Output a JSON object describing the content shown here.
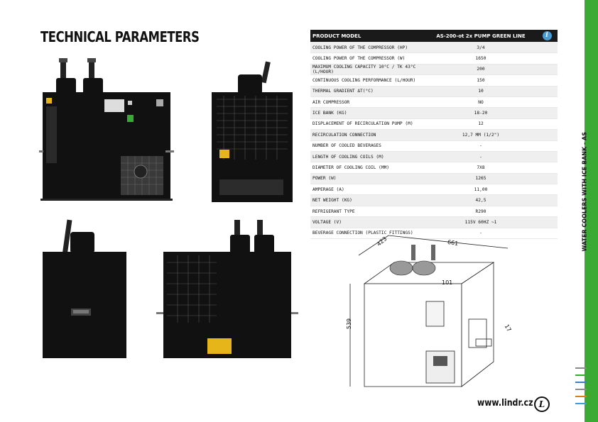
{
  "page": {
    "title": "TECHNICAL PARAMETERS",
    "side_label": "WATER COOLERS WITH ICE BANK - AS",
    "website": "www.lindr.cz",
    "logo_letter": "L"
  },
  "table": {
    "header_label": "PRODUCT MODEL",
    "header_value": "AS-200-ot 2x PUMP GREEN LINE",
    "info_icon": "info-icon",
    "rows": [
      {
        "label": "COOLING POWER OF THE COMPRESSOR (HP)",
        "value": "3/4"
      },
      {
        "label": "COOLING POWER OF THE COMPRESSOR (W)",
        "value": "1650"
      },
      {
        "label": "MAXIMUM COOLING CAPACITY 10°C / TK 43°C (L/HOUR)",
        "value": "200"
      },
      {
        "label": "CONTINUOUS COOLING PERFORMANCE (L/HOUR)",
        "value": "150"
      },
      {
        "label": "THERMAL GRADIENT ΔT(°C)",
        "value": "10"
      },
      {
        "label": "AIR COMPRESSOR",
        "value": "NO"
      },
      {
        "label": "ICE BANK (KG)",
        "value": "18-20"
      },
      {
        "label": "DISPLACEMENT OF RECIRCULATION PUMP (M)",
        "value": "12"
      },
      {
        "label": "RECIRCULATION CONNECTION",
        "value": "12,7 MM (1/2\")"
      },
      {
        "label": "NUMBER OF COOLED BEVERAGES",
        "value": "-"
      },
      {
        "label": "LENGTH OF COOLING COILS (M)",
        "value": "-"
      },
      {
        "label": "DIAMETER OF COOLING COIL (MM)",
        "value": "7X8"
      },
      {
        "label": "POWER (W)",
        "value": "1265"
      },
      {
        "label": "AMPERAGE (A)",
        "value": "11,00"
      },
      {
        "label": "NET WEIGHT (KG)",
        "value": "42,5"
      },
      {
        "label": "REFRIGERANT TYPE",
        "value": "R290"
      },
      {
        "label": "VOLTAGE (V)",
        "value": "115V 60HZ ~1"
      },
      {
        "label": "BEVERAGE CONNECTION (PLASTIC FITTINGS)",
        "value": "-"
      }
    ]
  },
  "dimensions": {
    "depth": "423",
    "width": "661",
    "height": "539",
    "pump": "101",
    "fitting": "17"
  },
  "colors": {
    "accent_green": "#3aaa35",
    "info_blue": "#4a9ad4",
    "lines": [
      "#8a8a8a",
      "#3aaa35",
      "#3b7fc4",
      "#8a8a8a",
      "#e07b1a",
      "#4a9ad4"
    ]
  }
}
